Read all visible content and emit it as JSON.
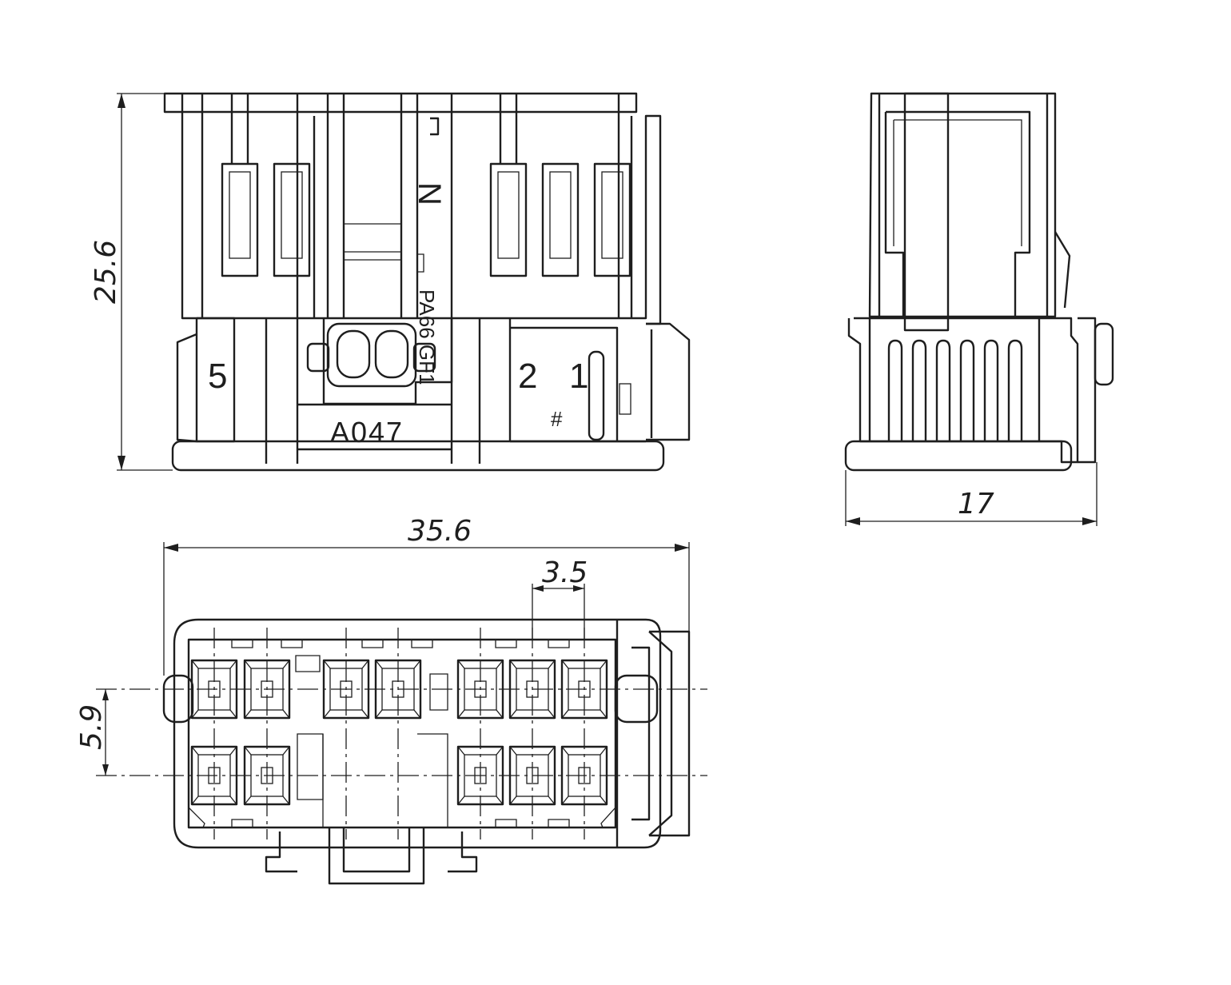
{
  "dimensions": {
    "height": "25.6",
    "width": "35.6",
    "side_width": "17",
    "pitch": "3.5",
    "row_spacing": "5.9"
  },
  "markings": {
    "cavity_5": "5",
    "cavity_2": "2",
    "cavity_1": "1",
    "part_code": "A047",
    "material": "PA66 GF1",
    "letter": "N",
    "mark": "#"
  }
}
